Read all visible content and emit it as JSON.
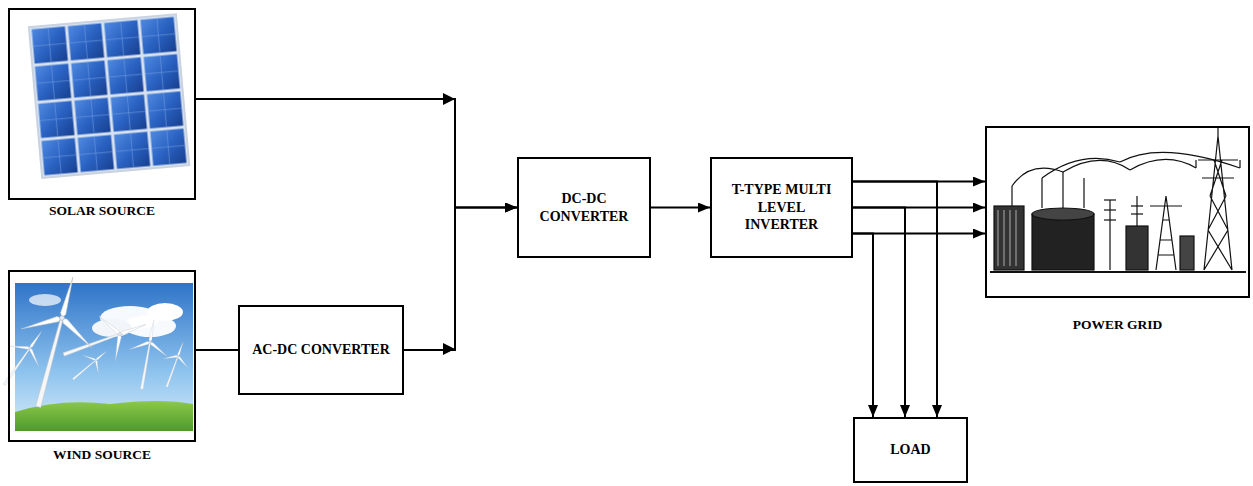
{
  "diagram": {
    "nodes": [
      {
        "text": [
          "SOLAR SOURCE"
        ]
      },
      {
        "text": [
          "WIND SOURCE"
        ]
      },
      {
        "text": [
          "AC-DC CONVERTER"
        ]
      },
      {
        "text": [
          "DC-DC CONVERTER"
        ]
      },
      {
        "text": [
          "T-TYPE MULTI LEVEL INVERTER"
        ]
      },
      {
        "text": [
          "POWER GRID"
        ]
      },
      {
        "text": [
          "LOAD"
        ]
      }
    ],
    "edges": [
      {
        "from": 0,
        "to": 3,
        "arrow": "to"
      },
      {
        "from": 1,
        "to": 2,
        "arrow": "none"
      },
      {
        "from": 2,
        "to": 3,
        "arrow": "to"
      },
      {
        "from": 3,
        "to": 4,
        "arrow": "to"
      },
      {
        "from": 4,
        "to": 5,
        "arrow": "to"
      },
      {
        "from": 4,
        "to": 5,
        "arrow": "to"
      },
      {
        "from": 4,
        "to": 5,
        "arrow": "to"
      },
      {
        "from": 4,
        "to": 6,
        "arrow": "to"
      },
      {
        "from": 4,
        "to": 6,
        "arrow": "to"
      },
      {
        "from": 4,
        "to": 6,
        "arrow": "to"
      }
    ]
  }
}
